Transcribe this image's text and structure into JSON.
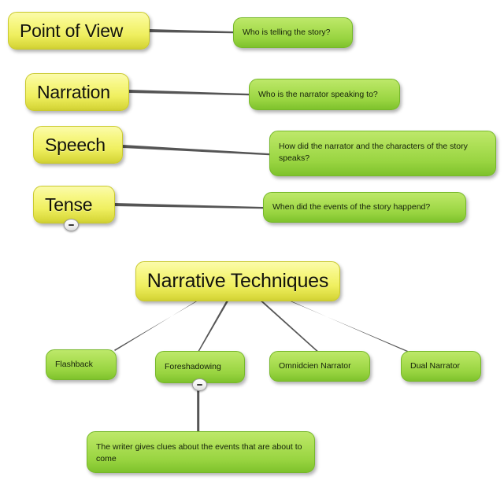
{
  "diagram": {
    "title": "Narrative Techniques mind map",
    "background": "#ffffff",
    "colors": {
      "topic_fill_light": "#fbfbab",
      "topic_fill_dark": "#cfcf33",
      "topic_border": "#c9c92e",
      "detail_fill_light": "#bde86a",
      "detail_fill_dark": "#7ec22c",
      "detail_border": "#76b82a",
      "connector": "#555555",
      "text": "#121208"
    }
  },
  "topics": [
    {
      "id": "point-of-view",
      "label": "Point of View"
    },
    {
      "id": "narration",
      "label": "Narration"
    },
    {
      "id": "speech",
      "label": "Speech"
    },
    {
      "id": "tense",
      "label": "Tense"
    }
  ],
  "questions": [
    {
      "id": "q-point-of-view",
      "label": "Who is telling the story?"
    },
    {
      "id": "q-narration",
      "label": "Who is the narrator speaking to?"
    },
    {
      "id": "q-speech",
      "label": "How did the narrator and the characters of the story speaks?"
    },
    {
      "id": "q-tense",
      "label": "When did the events of the story happend?"
    }
  ],
  "central": {
    "id": "narrative-techniques",
    "label": "Narrative Techniques"
  },
  "techniques": [
    {
      "id": "flashback",
      "label": "Flashback"
    },
    {
      "id": "foreshadowing",
      "label": "Foreshadowing"
    },
    {
      "id": "omnidcien-narrator",
      "label": "Omnidcien Narrator"
    },
    {
      "id": "dual-narrator",
      "label": "Dual Narrator"
    }
  ],
  "notes": [
    {
      "id": "foreshadowing-note",
      "label": "The writer gives clues about the events that are about to come"
    }
  ],
  "toggles": [
    {
      "id": "tense-collapse",
      "icon": "minus-icon",
      "state": "expanded"
    },
    {
      "id": "foreshadowing-collapse",
      "icon": "minus-icon",
      "state": "expanded"
    }
  ]
}
